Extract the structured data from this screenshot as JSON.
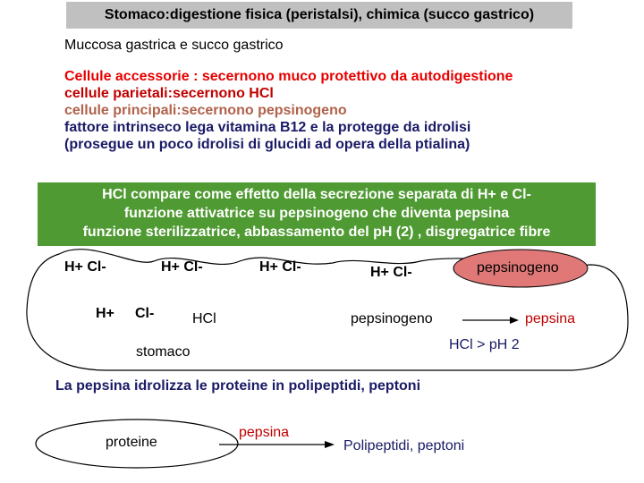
{
  "title": "Stomaco:digestione fisica (peristalsi), chimica (succo gastrico)",
  "subtitle": "Muccosa  gastrica e succo gastrico",
  "info_lines": [
    "Cellule accessorie : secernono muco protettivo da autodigestione",
    "cellule parietali:secernono HCl",
    "cellule principali:secernono pepsinogeno",
    "fattore intrinseco lega vitamina B12 e la protegge da idrolisi",
    "(prosegue un poco idrolisi di glucidi ad opera della ptialina)"
  ],
  "green_box": [
    "HCl compare come effetto della secrezione separata di H+ e Cl-",
    "funzione attivatrice su pepsinogeno che diventa pepsina",
    "funzione sterilizzatrice, abbassamento del pH (2) , disgregatrice fibre"
  ],
  "diagram": {
    "hcl_top_1": "H+  Cl-",
    "hcl_top_2": "H+  Cl-",
    "hcl_top_3": "H+  Cl-",
    "hcl_top_4": "H+  Cl-",
    "h_plus": "H+",
    "cl_minus": "Cl-",
    "hcl": "HCl",
    "stomaco": "stomaco",
    "pepsinogeno_cell": "pepsinogeno",
    "pepsinogeno": "pepsinogeno",
    "pepsina": "pepsina",
    "condition": "HCl > pH 2"
  },
  "caption": "La pepsina idrolizza le proteine in polipeptidi, peptoni",
  "reaction": {
    "substrate": "proteine",
    "enzyme": "pepsina",
    "product": "Polipeptidi, peptoni"
  },
  "colors": {
    "title_bg": "#c0c0c0",
    "green_box": "#4f9a32",
    "red_text": "#e60000",
    "brown_text": "#b0624b",
    "navy_text": "#1a1a66",
    "pepsinogen_cell": "#e07878"
  }
}
